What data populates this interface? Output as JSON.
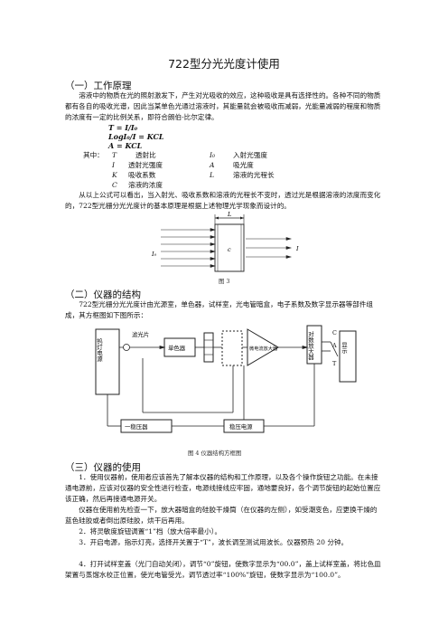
{
  "title": "722型分光光度计使用",
  "section1": {
    "heading": "（一）工作原理",
    "para": "溶液中的物质在光的照射激发下，产生对光吸收的效应，这种吸收是具有选择性的。各种不同的物质都有各自的吸收光谱，因此当某单色光通过溶液时，其能量就会被吸收而减弱，光能量减弱的程度和物质的浓度有一定的比例关系，即符合朗伯-比尔定律。",
    "equations": [
      "T = I/I₀",
      "LogI₀/I = KCL",
      "A = KCL"
    ],
    "where_label": "其中：",
    "symbols": [
      {
        "sym": "T",
        "desc": "透射比"
      },
      {
        "sym": "I₀",
        "desc": "入射光强度"
      },
      {
        "sym": "I",
        "desc": "透射光强度"
      },
      {
        "sym": "A",
        "desc": "吸光度"
      },
      {
        "sym": "K",
        "desc": "吸收系数"
      },
      {
        "sym": "L",
        "desc": "溶液的光程长"
      },
      {
        "sym": "C",
        "desc": "溶液的浓度"
      }
    ],
    "para2": "从以上公式可以看出，当入射光、吸收系数和溶液的光程长不变时，透过光是根据溶液的浓度而变化的，722型光栅分光光度计的基本原理是根据上述物理光学现象而设计的。",
    "fig3": {
      "label_L": "L",
      "label_C": "c",
      "label_I0": "I₀",
      "label_I": "I",
      "caption": "图 3"
    }
  },
  "section2": {
    "heading": "（二）仪器的结构",
    "para": "722型光栅分光光度计由光源室，单色器，试样室，光电管暗盒，电子系数及数字显示器等部件组成，其方框图如下图所示：",
    "fig4": {
      "lamp": "钨灯电源",
      "filter": "滤光片",
      "mono": "单色器",
      "amp": "微电流放大器",
      "display": "对数放大器",
      "switch_c": "C",
      "switch_a": "A",
      "switch_t": "T",
      "digital": "显示",
      "regulator": "一稳压器",
      "stab": "稳压电源",
      "caption": "图 4   仪器结构方框图"
    }
  },
  "section3": {
    "heading": "（三）仪器的使用",
    "items": [
      "1．使用仪器前，使用者应该首先了解本仪器的结构和工作原理，以及各个操作旋钮之功能。在未接通电源前，应该对仪器的安全性进行检查，电源线接线应牢固，通地要良好，各个调节旋钮的起始位置应该正确，然后再接通电源开关。",
      "仪器在使用前先检查一下，放大器暗盒的硅胶干燥筒（在仪器的左侧），如受潮变色，应更换干燥的蓝色硅胶或者倒出原硅胶，烘干后再用。",
      "2．将灵敏度旋钮调置“1”档（放大倍率最小）。",
      "3．开启电源，指示灯亮，选择开关置于“T”，波长调至测试用波长。仪器预热 20 分钟。",
      "4．打开试样室盖（光门自动关闭），调节“0”旋钮，使数字显示为“00.0”，盖上试样室盖，将比色皿架置与蒸馏水校正位置，使光电管受光，调节透过率“100%”旋钮，使数字显示为“100.0”。"
    ]
  }
}
